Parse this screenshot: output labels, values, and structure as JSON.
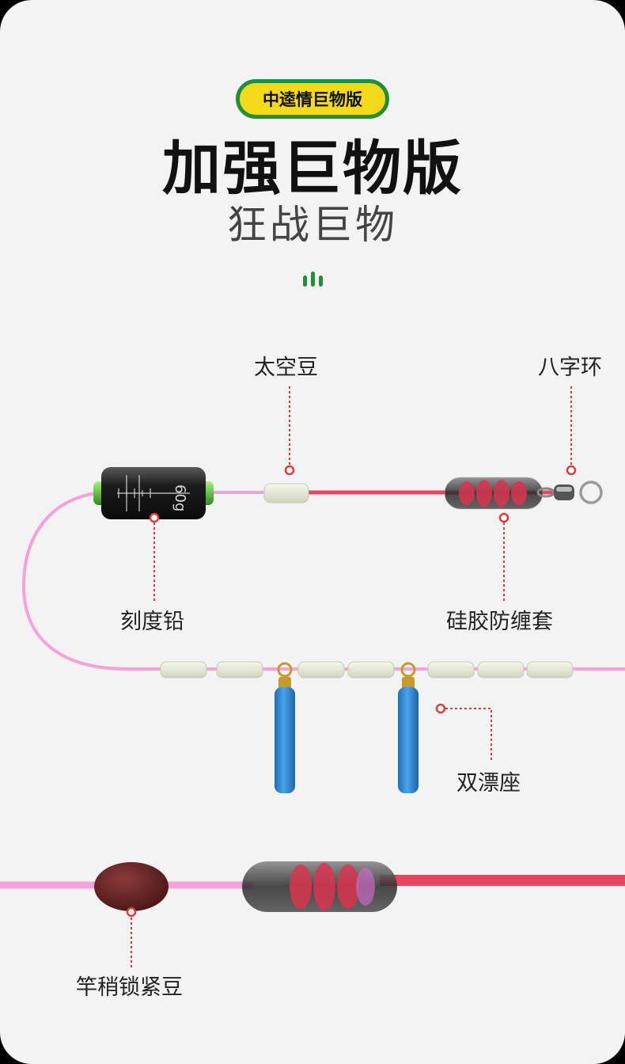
{
  "header": {
    "badge": "中逵情巨物版",
    "title": "加强巨物版",
    "subtitle": "狂战巨物"
  },
  "labels": {
    "space_bean": "太空豆",
    "swivel": "八字环",
    "scale_sinker": "刻度铅",
    "silicone_sleeve": "硅胶防缠套",
    "double_float_seat": "双漂座",
    "rod_tip_lock_bean": "竿稍锁紧豆"
  },
  "sinker_marking": "60g",
  "colors": {
    "badge_fill": "#f2d91a",
    "badge_border": "#1f8f3a",
    "pink_line": "#f3a3d7",
    "red_line": "#e84560",
    "leader_dots": "#e03a3a",
    "float_seat_blue": "#2f86d6",
    "beans": "#e6ead6"
  }
}
